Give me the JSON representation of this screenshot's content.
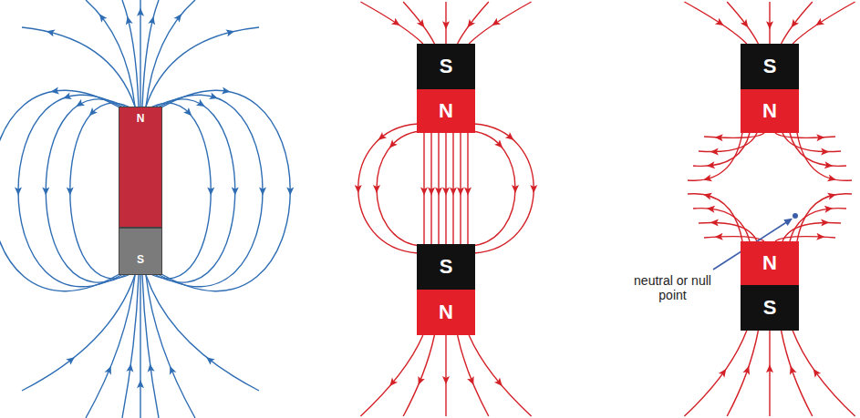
{
  "diagram": {
    "nodes": [
      {
        "text": [
          "N"
        ]
      },
      {
        "text": [
          "S"
        ]
      },
      {
        "text": [
          "S"
        ]
      },
      {
        "text": [
          "N"
        ]
      },
      {
        "text": [
          "S"
        ]
      },
      {
        "text": [
          "N"
        ]
      },
      {
        "text": [
          "S"
        ]
      },
      {
        "text": [
          "N"
        ]
      },
      {
        "text": [
          "N"
        ]
      },
      {
        "text": [
          "S"
        ]
      }
    ],
    "labels": [
      "neutral or null point"
    ]
  }
}
